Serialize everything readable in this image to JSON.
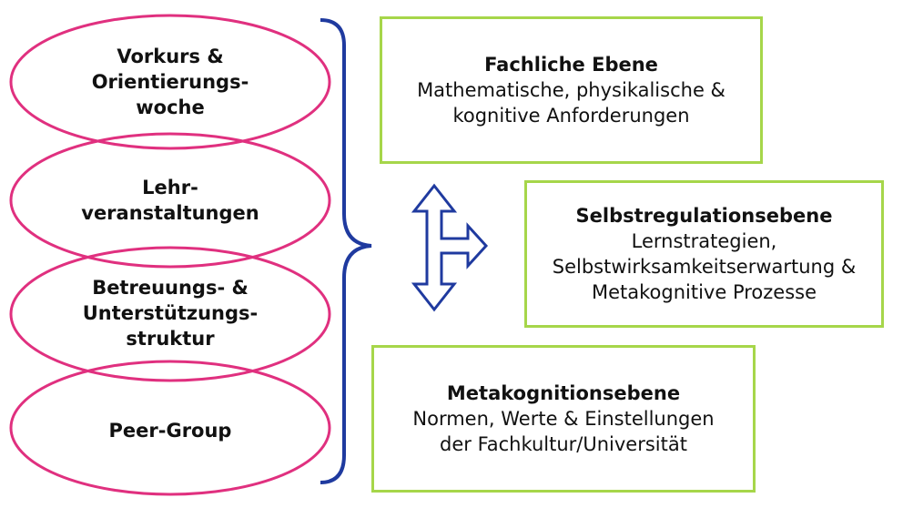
{
  "ellipses": [
    {
      "lines": [
        "Vorkurs &",
        "Orientierungs-",
        "woche"
      ]
    },
    {
      "lines": [
        "Lehr-",
        "veranstaltungen"
      ]
    },
    {
      "lines": [
        "Betreuungs- &",
        "Unterstützungs-",
        "struktur"
      ]
    },
    {
      "lines": [
        "Peer-Group"
      ]
    }
  ],
  "boxes": [
    {
      "title": "Fachliche Ebene",
      "lines": [
        "Mathematische, physikalische &",
        "kognitive Anforderungen"
      ]
    },
    {
      "title": "Selbstregulationsebene",
      "lines": [
        "Lernstrategien,",
        "Selbstwirksamkeitserwartung &",
        "Metakognitive Prozesse"
      ]
    },
    {
      "title": "Metakognitionsebene",
      "lines": [
        "Normen, Werte & Einstellungen",
        "der Fachkultur/Universität"
      ]
    }
  ],
  "colors": {
    "ellipse_stroke": "#e0307f",
    "ellipse_overlap": "#f0a5c4",
    "brace": "#1f3a9f",
    "arrow_stroke": "#1f3a9f",
    "box_border": "#a6d64a"
  }
}
